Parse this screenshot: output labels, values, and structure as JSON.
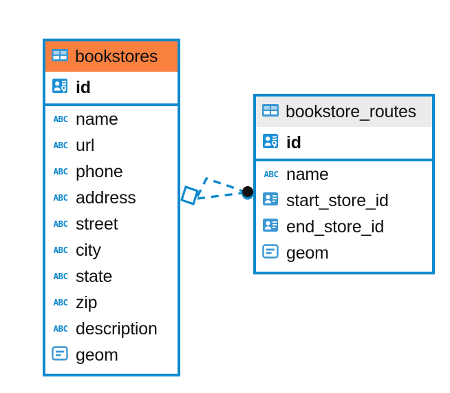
{
  "diagram": {
    "type": "entity-relationship-diagram",
    "background": "#ffffff",
    "colors": {
      "border": "#1089CD",
      "selected_header": "#F9803F",
      "plain_header": "#EBEBEB",
      "icon_blue": "#3A97D4",
      "text": "#101010",
      "connector": "#1089CD",
      "connector_endpoint": "#111111"
    }
  },
  "tables": [
    {
      "name": "bookstores",
      "header_icon": "table-grid-icon",
      "selected": true,
      "fields": [
        {
          "name": "id",
          "icon": "primary-key-icon",
          "type": "pk"
        },
        {
          "name": "name",
          "icon": "abc-text-icon",
          "type": "text"
        },
        {
          "name": "url",
          "icon": "abc-text-icon",
          "type": "text"
        },
        {
          "name": "phone",
          "icon": "abc-text-icon",
          "type": "text"
        },
        {
          "name": "address",
          "icon": "abc-text-icon",
          "type": "text"
        },
        {
          "name": "street",
          "icon": "abc-text-icon",
          "type": "text"
        },
        {
          "name": "city",
          "icon": "abc-text-icon",
          "type": "text"
        },
        {
          "name": "state",
          "icon": "abc-text-icon",
          "type": "text"
        },
        {
          "name": "zip",
          "icon": "abc-text-icon",
          "type": "text"
        },
        {
          "name": "description",
          "icon": "abc-text-icon",
          "type": "text"
        },
        {
          "name": "geom",
          "icon": "geometry-icon",
          "type": "geometry"
        }
      ]
    },
    {
      "name": "bookstore_routes",
      "header_icon": "table-grid-icon",
      "selected": false,
      "fields": [
        {
          "name": "id",
          "icon": "primary-key-icon",
          "type": "pk"
        },
        {
          "name": "name",
          "icon": "abc-text-icon",
          "type": "text"
        },
        {
          "name": "start_store_id",
          "icon": "foreign-key-icon",
          "type": "fk"
        },
        {
          "name": "end_store_id",
          "icon": "foreign-key-icon",
          "type": "fk"
        },
        {
          "name": "geom",
          "icon": "geometry-icon",
          "type": "geometry"
        }
      ]
    }
  ],
  "relationship": {
    "from_table": "bookstores",
    "to_table": "bookstore_routes",
    "style": "dashed",
    "source_marker": "diamond-outline",
    "target_marker": "filled-circle"
  },
  "icon_labels": {
    "abc": "ABC"
  }
}
